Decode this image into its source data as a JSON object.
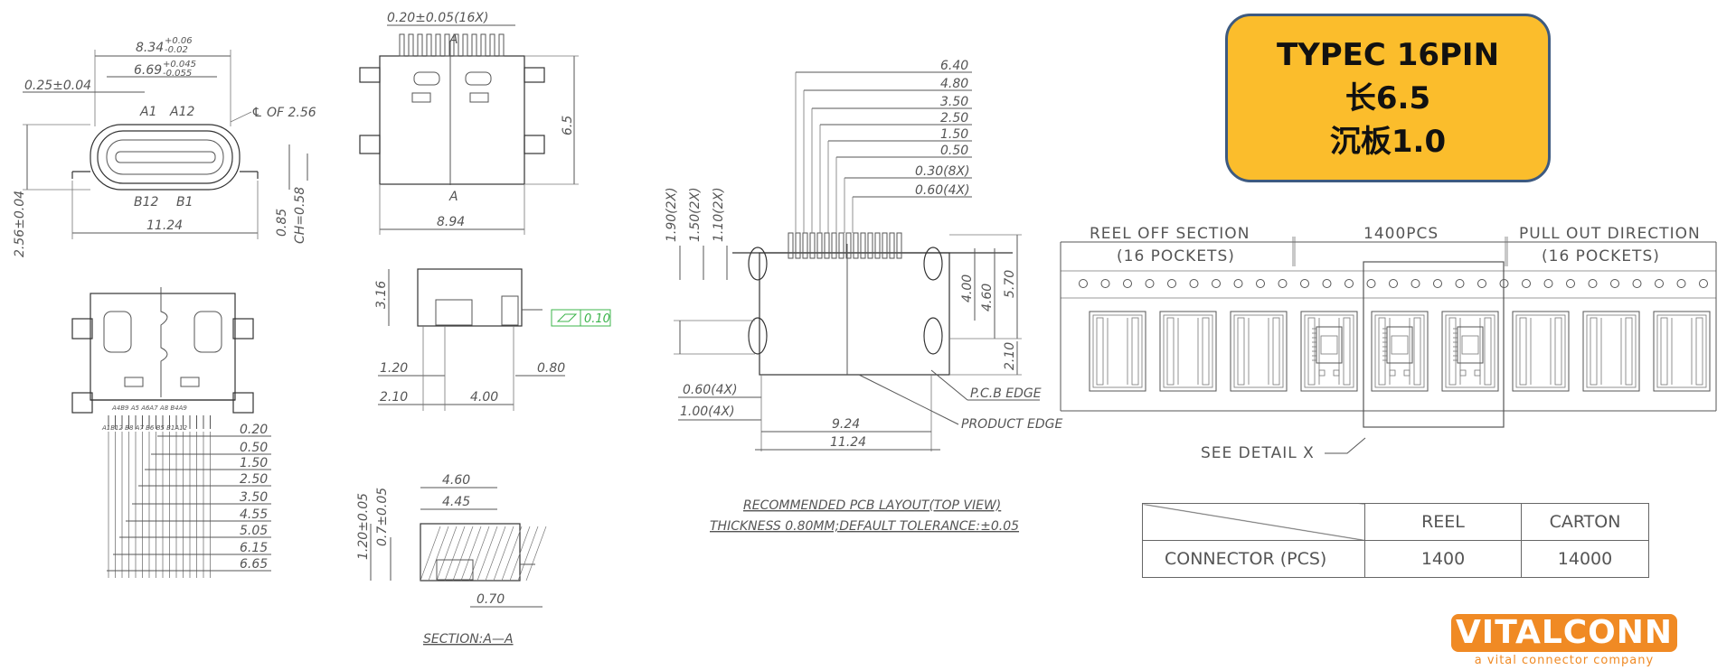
{
  "title": {
    "line1": "TYPEC 16PIN",
    "line2": "长6.5",
    "line3": "沉板1.0"
  },
  "front_view": {
    "dim_width": "11.24",
    "dim_8_34": "8.34",
    "tol_8_34_up": "+0.06",
    "tol_8_34_dn": "-0.02",
    "dim_6_69": "6.69",
    "tol_6_69_up": "+0.045",
    "tol_6_69_dn": "-0.055",
    "dim_pitch": "0.25±0.04",
    "pin_a1": "A1",
    "pin_a12": "A12",
    "pin_b12": "B12",
    "pin_b1": "B1",
    "centerline": "℄ OF 2.56",
    "dim_height": "2.56±0.04",
    "dim_085": "0.85",
    "dim_ch": "CH=0.58"
  },
  "top_view": {
    "dim_pin": "0.20±0.05(16X)",
    "dim_width": "8.94",
    "dim_height": "6.5",
    "section_a": "A"
  },
  "side_view": {
    "dim_316": "3.16",
    "dim_120": "1.20",
    "dim_210": "2.10",
    "dim_400": "4.00",
    "dim_080": "0.80",
    "flatness": "0.10"
  },
  "section_view": {
    "dim_460": "4.60",
    "dim_445": "4.45",
    "dim_120": "1.20±0.05",
    "dim_07": "0.7±0.05",
    "dim_070": "0.70",
    "caption": "SECTION:A—A"
  },
  "bottom_view": {
    "pins": "A4B9 A5 A6A7 A8 B4A9",
    "pins_low": "A1B12 B8 A7 B6 B5 B1A12",
    "dims": [
      "0.20",
      "0.50",
      "1.50",
      "2.50",
      "3.50",
      "4.55",
      "5.05",
      "6.15",
      "6.65"
    ]
  },
  "pcb_layout": {
    "dims_right": [
      "6.40",
      "4.80",
      "3.50",
      "2.50",
      "1.50",
      "0.50",
      "0.30(8X)",
      "0.60(4X)"
    ],
    "dims_left": [
      "1.90(2X)",
      "1.50(2X)",
      "1.10(2X)"
    ],
    "dims_vert": [
      "4.00",
      "4.60",
      "5.70",
      "2.10"
    ],
    "dim_060": "0.60(4X)",
    "dim_100": "1.00(4X)",
    "dim_924": "9.24",
    "dim_1124": "11.24",
    "pcb_edge": "P.C.B EDGE",
    "product_edge": "PRODUCT EDGE",
    "caption1": "RECOMMENDED PCB LAYOUT(TOP VIEW)",
    "caption2": "THICKNESS 0.80MM;DEFAULT TOLERANCE:±0.05"
  },
  "reel": {
    "reel_off": "REEL OFF SECTION",
    "pockets_left": "(16 POCKETS)",
    "qty": "1400PCS",
    "pull_out": "PULL OUT DIRECTION",
    "pockets_right": "(16 POCKETS)",
    "detail": "SEE DETAIL X"
  },
  "table": {
    "col_reel": "REEL",
    "col_carton": "CARTON",
    "row_label": "CONNECTOR (PCS)",
    "reel_val": "1400",
    "carton_val": "14000"
  },
  "logo": {
    "name": "VITALCONN",
    "tagline": "a vital connector company"
  },
  "colors": {
    "title_bg": "#fbbd2c",
    "title_border": "#3d5a80",
    "logo": "#f08a24",
    "flatness_box": "#3cb44b"
  }
}
